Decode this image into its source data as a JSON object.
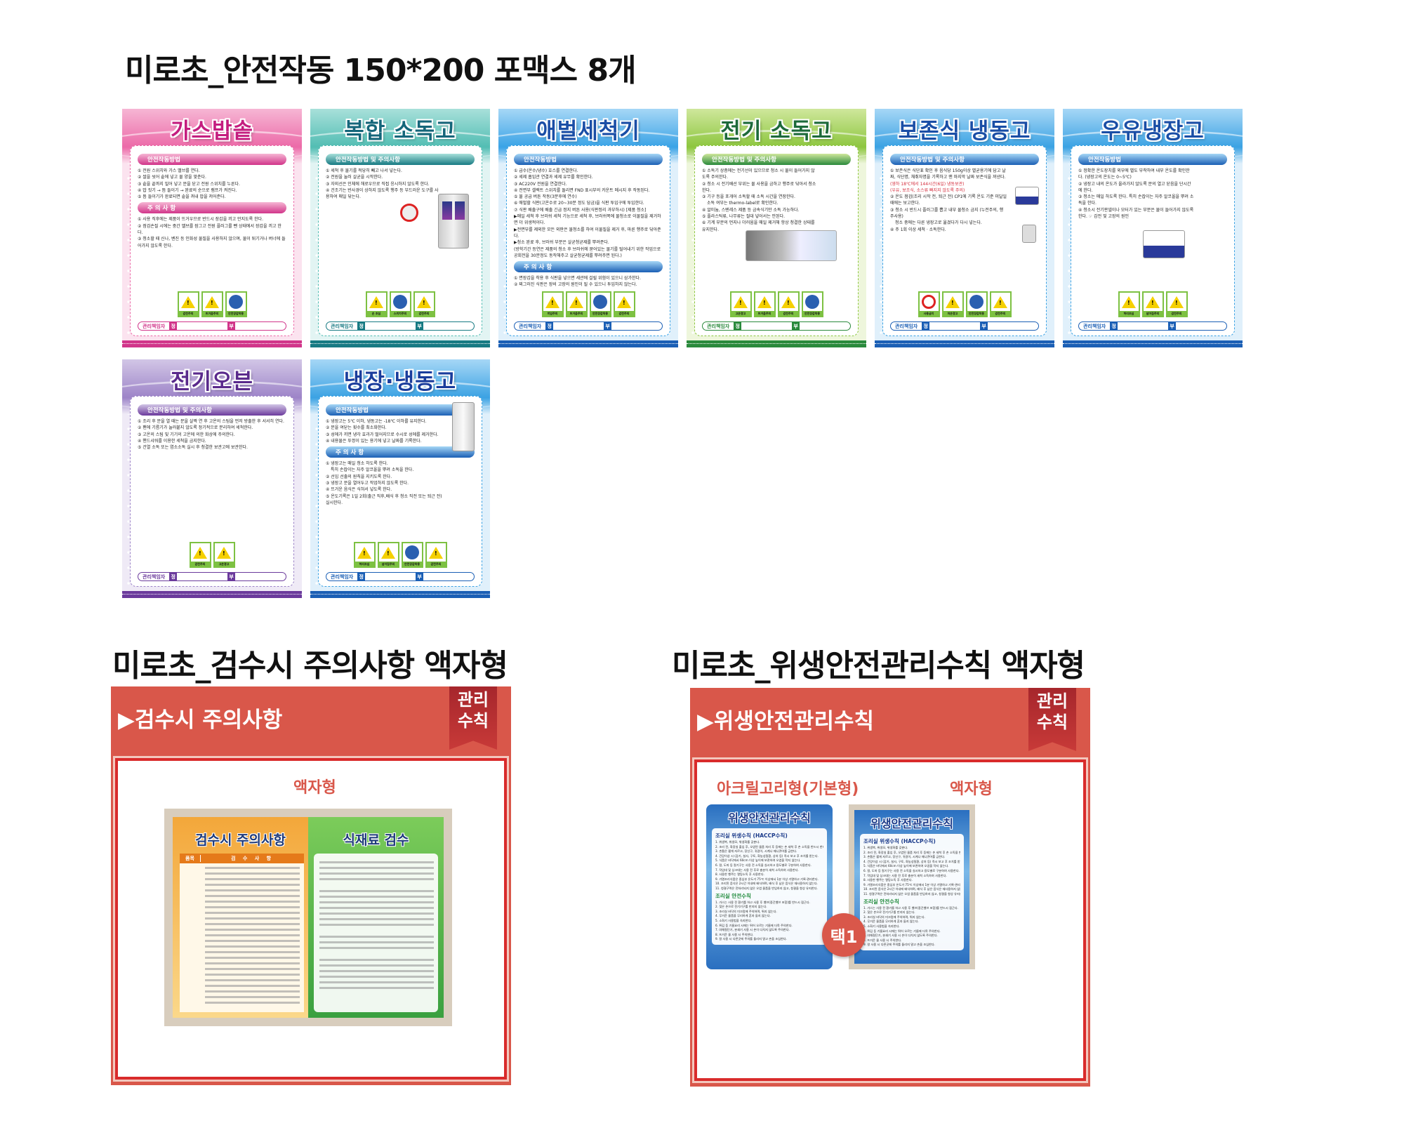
{
  "titles": {
    "top": "미로초_안전작동 150*200 포맥스 8개",
    "left": "미로초_검수시 주의사항 액자형",
    "right": "미로초_위생안전관리수칙 액자형"
  },
  "manager": {
    "label": "관리책임자",
    "primary": "정",
    "secondary": "부"
  },
  "posters": [
    {
      "title": "가스밥솥",
      "colors": {
        "main": "#ec6aa8",
        "light": "#f6b6d4",
        "title": "#c41d7f",
        "pill": "#d1358a",
        "bg": "#fbe3ef"
      },
      "illus": [],
      "sections": [
        {
          "heading": "안전작동방법",
          "lines": [
            "① 전원 스위치와 가스 밸브를 연다.",
            "② 쌀을 씻어 솥에 넣고 물 양을 맞춘다.",
            "③ 솥을 끝까지 밀어 넣고 문을 닫고 전원 스위치를 누른다.",
            "④ 밥 짓기 → 뜸 들이기 → 완료의 순으로 램프가 켜진다.",
            "⑤ 뜸 들이기가 완료되면 솥을 꺼내 밥을 저어준다."
          ]
        },
        {
          "heading": "주 의 사 항",
          "lines": [
            "① 사용 직후에는 제품이 뜨거우므로 반드시 장갑을 끼고 만지도록 한다.",
            "② 점검손질 시에는 중간 밸브를 잠그고 전원 플러그를 뺀 상태에서 장갑을 끼고 한다.",
            "③ 청소할 때 신나, 벤진 등 인화성 물질을 사용하지 않으며, 물이 튀기거나 버너에 들어가지 않도록 한다."
          ]
        }
      ],
      "icons": [
        {
          "label": "감전주의",
          "kind": "warn"
        },
        {
          "label": "뜨거움주의",
          "kind": "warn"
        },
        {
          "label": "안전장갑착용",
          "kind": "must"
        }
      ]
    },
    {
      "title": "복합 소독고",
      "colors": {
        "main": "#52bdb3",
        "light": "#a8e0da",
        "title": "#15667a",
        "pill": "#177a83",
        "bg": "#e2f4f3"
      },
      "illus": [
        "nosign",
        "cabinet"
      ],
      "sections": [
        {
          "heading": "안전작동방법 및 주의사항",
          "lines": [
            "① 세척 후 물기를 적당히 빼고 나서 넣는다.",
            "② 전원을 눌러 살균을 시작한다.",
            "③ 자외선은 인체에 해로우므로 직접 응시하지 않도록 한다.",
            "④ 건조기는 반사경이 상하지 않도록 행주 등 부드러운 도구를 사용하여 매일 닦는다."
          ]
        }
      ],
      "icons": [
        {
          "label": "손 조심",
          "kind": "warn"
        },
        {
          "label": "스위치주의",
          "kind": "must"
        },
        {
          "label": "감전주의",
          "kind": "warn"
        }
      ]
    },
    {
      "title": "애벌세척기",
      "colors": {
        "main": "#3aa3e6",
        "light": "#a6d7f6",
        "title": "#1a4ea6",
        "pill": "#1b5fb5",
        "bg": "#e0f0fb"
      },
      "illus": [],
      "sections": [
        {
          "heading": "안전작동방법",
          "lines": [
            "① 급수(온수/냉수) 호스를 연결한다.",
            "② 세제 흡입관 연결과 세제 유무를 확인한다.",
            "③ AC220V 전원을 연결한다.",
            "④ 전면부 셀렉트 스위치를 돌리면 FND 표시부의 카운트 메시지 후 작동된다.",
            "⑤ 물 공급 버튼 작동(3분후에 연수)",
            "⑥ 애벌할 식판(고온수로 20~30분 정도 담금)을 식판 투입구에 투입한다.",
            "⑦ 식판 배출구에 배출 긴급 정지 버튼 사용(식판정리 과부하시) [제품 청소]",
            "▶매일 세척 후 브러쉬 세척 기능으로 세척 후, 브러쉬쪽에 물청소로 이물질을 제거하면 더 위생적이다.",
            "▶전면부를 제외한 모든 외판은 물청소를 하여 이물질을 제거 후, 마른 행주로 닦아준다.",
            "▶청소 완료 후, 브러쉬 부분은 살균청균제를 뿌려준다.",
            "(방학기간 등연은 제품의 청소 후 브러쉬에 묻어있는 물기를 털어내기 위한 작업으로 공회전을 30분정도 동작해주고 살균청균제를 뿌려주면 된다.)"
          ]
        },
        {
          "heading": "주 의 사 항",
          "lines": [
            "① 면장갑을 착용 후 식판을 넣으면 세관에 걸릴 위험이 있으니 삼가한다.",
            "② 찌그러진 식판은 장비 고장의 원인이 될 수 있으니 투입하지 않는다."
          ]
        }
      ],
      "icons": [
        {
          "label": "끼임주의",
          "kind": "warn"
        },
        {
          "label": "뜨거움주의",
          "kind": "warn"
        },
        {
          "label": "안전장갑착용",
          "kind": "must"
        },
        {
          "label": "감전주의",
          "kind": "warn"
        }
      ]
    },
    {
      "title": "전기 소독고",
      "colors": {
        "main": "#8dc63f",
        "light": "#cfe79c",
        "title": "#1d6a3a",
        "pill": "#2a8a3c",
        "bg": "#eef6dc"
      },
      "illus": [
        "tray"
      ],
      "sections": [
        {
          "heading": "안전작동방법 및 주의사항",
          "lines": [
            "① 소독기 상층에는 전기선이 있으므로 청소 시 물이 들어가지 않도록 주의한다.",
            "② 청소 시 전기배선 부위는 물 사용을 금하고 행주로 닦아서 청소한다.",
            "③ 기구 등을 포개어 소독할 때 소독 시간을 연장한다.",
            "소독 여부는 thermo-label로 확인한다.",
            "④ 알미늄, 스텐레스 제품 등 금속식기만 소독 가능하다.",
            "⑤ 플라스틱류, 나무류는 절대 넣어서는 안된다.",
            "⑥ 기계 부분의 먼지나 더러움을 매일 제거해 항상 청결한 상태를 유지한다."
          ]
        }
      ],
      "icons": [
        {
          "label": "고온경고",
          "kind": "warn"
        },
        {
          "label": "뜨거움주의",
          "kind": "warn"
        },
        {
          "label": "감전주의",
          "kind": "warn"
        },
        {
          "label": "안전장갑착용",
          "kind": "must"
        }
      ]
    },
    {
      "title": "보존식 냉동고",
      "colors": {
        "main": "#3ba2e3",
        "light": "#a6d7f6",
        "title": "#1a4ea6",
        "pill": "#1b5fb5",
        "bg": "#e0f0fb"
      },
      "illus": [
        "milk-s",
        "plug"
      ],
      "sections": [
        {
          "heading": "안전작동방법 및 주의사항",
          "lines": [
            "① 보존식은 식단표 확인 후 음식당 150g이상 멸균용기에 담고 날짜, 식단명, 채취자명을 기록하고 맨 마지막 날짜 보존식을 꺼낸다.",
            "(영하 18℃에서 144시간(6일) 냉동보관)",
            "(우유, 보조식, 소스류 빠지지 않도록 주의)",
            "② 온도 점검(조리 시작 전, 퇴근 전) CP1에 기록 온도 기준 미달일 때에는 보고한다.",
            "③ 청소 시 반드시 플러그를 뽑고 내부 물청소 금지 (누전주의, 행주사용)",
            "청소 중에는 다른 냉장고로 옮겼다가 다시 넣는다.",
            "④ 주 1회 이상 세척 · 소독한다."
          ],
          "red_lines": [
            1,
            2
          ]
        }
      ],
      "icons": [
        {
          "label": "사용금지",
          "kind": "ban"
        },
        {
          "label": "저온경고",
          "kind": "warn"
        },
        {
          "label": "안전장갑착용",
          "kind": "must"
        },
        {
          "label": "감전주의",
          "kind": "warn"
        }
      ]
    },
    {
      "title": "우유냉장고",
      "colors": {
        "main": "#3ba2e3",
        "light": "#a6d7f6",
        "title": "#1a4ea6",
        "pill": "#1b5fb5",
        "bg": "#e0f0fb"
      },
      "illus": [
        "milk"
      ],
      "sections": [
        {
          "heading": "안전작동방법",
          "lines": [
            "① 정확한 온도장치를 외부에 별도 부착하여 내부 온도를 확인한다. (냉장고의 온도는 0~5℃)",
            "② 냉장고 내의 온도가 올라가지 않도록 문의 열고 닫음을 단시간에 한다.",
            "③ 청소는 매일 하도록 한다. 특히 손잡이는 자주 알코올을 뿌려 소독을 한다.",
            "④ 청소시 전기판넬이나 모터가 있는 부분은 물이 들어가지 않도록 한다. ☞ 감전 및 고장의 원인"
          ]
        }
      ],
      "icons": [
        {
          "label": "허리조심",
          "kind": "warn"
        },
        {
          "label": "넘어짐주의",
          "kind": "warn"
        },
        {
          "label": "감전주의",
          "kind": "warn"
        }
      ]
    },
    {
      "title": "전기오븐",
      "colors": {
        "main": "#9d84c8",
        "light": "#d2c6e6",
        "title": "#5a2a8c",
        "pill": "#6b3a9c",
        "bg": "#efeaf6"
      },
      "illus": [],
      "sections": [
        {
          "heading": "안전작동방법 및 주의사항",
          "lines": [
            "① 조리 후 문을 열 때는 문을 살짝 연 후 고온의 스팀을 먼저 방출한 후 서서히 연다.",
            "② 팬에 기름기가 눌러붙지 않도록 정기적으로 분리하여 세척한다.",
            "③ 고온의 스팀 및 기기의 고온에 의한 화상에 주의한다.",
            "④ 핸드샤워를 이용한 세척을 금지한다.",
            "⑤ 건열 소독 또는 염소소독 실시 후 청결한 보관고에 보관한다."
          ]
        }
      ],
      "icons": [
        {
          "label": "감전주의",
          "kind": "warn"
        },
        {
          "label": "고온경고",
          "kind": "warn"
        }
      ]
    },
    {
      "title": "냉장·냉동고",
      "colors": {
        "main": "#3ba2e3",
        "light": "#a6d7f6",
        "title": "#1a3d9c",
        "pill": "#1b5fb5",
        "bg": "#e0f0fb"
      },
      "illus": [
        "fridge"
      ],
      "sections": [
        {
          "heading": "안전작동방법",
          "lines": [
            "① 냉장고는 5℃ 이하, 냉동고는 -18℃ 이하를 유지한다.",
            "② 문을 여닫는 횟수를 최소화한다.",
            "③ 성에가 끼면 냉각 효과가 떨어지므로 수시로 성에를 제거한다.",
            "④ 내용물은 뚜껑이 있는 용기에 넣고 날짜를 기록한다."
          ]
        },
        {
          "heading": "주 의 사 항",
          "lines": [
            "① 냉장고는 매일 청소 하도록 한다.",
            "특히 손잡이는 자주 알코올을 뿌려 소독을 한다.",
            "② 선입 선출의 원칙을 지키도록 한다.",
            "③ 냉장고 문을 열어두고 작업하지 않도록 한다.",
            "④ 뜨거운 음식은 식혀서 넣도록 한다.",
            "⑤ 온도기록은 1일 2회(출근 직후,배식 후 청소 직전 또는 퇴근 전) 실시한다."
          ]
        }
      ],
      "icons": [
        {
          "label": "허리조심",
          "kind": "warn"
        },
        {
          "label": "넘어짐주의",
          "kind": "warn"
        },
        {
          "label": "안전장갑착용",
          "kind": "must"
        },
        {
          "label": "감전주의",
          "kind": "warn"
        }
      ]
    }
  ],
  "panel_inspection": {
    "header": "▶검수시 주의사항",
    "ribbon": [
      "관리",
      "수칙"
    ],
    "type_label": "액자형",
    "poster_left_title": "검수시 주의사항",
    "table_headers": [
      "품목",
      "검 수 사 항"
    ],
    "poster_right_title": "식재료 검수"
  },
  "panel_hygiene": {
    "header": "▶위생안전관리수칙",
    "ribbon": [
      "관리",
      "수칙"
    ],
    "type_labels": [
      "아크릴고리형(기본형)",
      "액자형"
    ],
    "badge": "택1",
    "poster_title": "위생안전관리수칙",
    "hygiene_heading": "조리실 위생수칙 (HACCP수칙)",
    "hygiene_lines": [
      "1. 위생복, 위생모, 위생화를 갖춘다.",
      "2. 조리 전, 화장실 출입 후, 오염된 물품 처리 후 등에는 손 세척 후 손 소독을 반드시 한다.",
      "3. 손톱은 짧게 자르고, 장신구, 귀걸이, 시계나 매니큐어를 금한다.",
      "4. 건강이상 시 (감기, 설사, 구토, 화농성질환, 상처 등) 즉시 보고 후 조치를 받는다.",
      "5. 식품은 바닥에서 60cm 이상 높이에 보관하여 오염을 막지 않는다.",
      "6. 칼, 도마 등 칼기구는 사용 전 소독을 실시하고 용도별로 구분하여 사용한다.",
      "7. 작업대 및 싱크대는 사용 전 후로 충분히 세척 소독하여 사용한다.",
      "8. 사용한 행주는 열탕소독 후 사용한다.",
      "9. 가열조리식품은 중심부 온도가 75℃ 이상에서 1분 이상 가열하고 기록·관리한다.",
      "10. 조리된 음식은 2시간 이내에 배식하며, 배식 후 남은 음식은 재사용하지 않는다.",
      "11. 청결구역은 전처리되지 않은 오염 물품을 반입하지 않고, 청결을 항상 유지한다."
    ],
    "safety_heading": "조리실 안전수칙",
    "safety_lines": [
      "1. 가스는 사용 전 환기를 하고 사용 후 밸브(중간밸브 포함)를 반드시 잠근다.",
      "2. 젖은 손으로 전기기구를 만지지 않는다.",
      "3. 조리실 바닥의 미끄럼에 주의하며, 뛰지 않는다.",
      "4. 무거운 물품을 무리하게 혼자 들지 않는다.",
      "5. 소화기 사용법을 숙지한다.",
      "6. 튀김 등 기름요리 시에는 튀어 오르는 기름에 더욱 주의한다.",
      "7. 야채절단기, 분쇄기 사용 시 손이 다치지 않도록 주의한다.",
      "8. 뜨거운 물 사용 시 주의한다.",
      "9. 칼 사용 시 다른곳에 주의를 돌리지 말고 손을 조심한다."
    ]
  }
}
